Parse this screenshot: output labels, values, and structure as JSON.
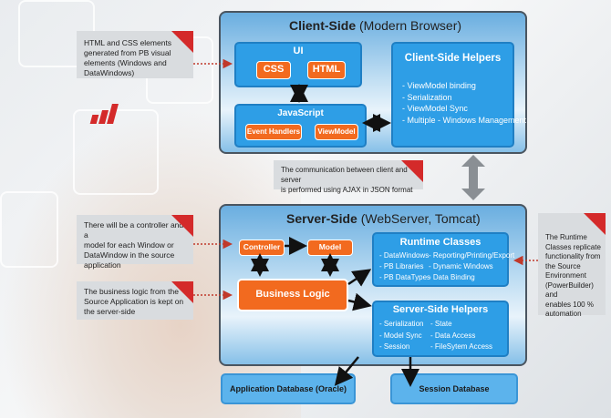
{
  "client": {
    "title_bold": "Client-Side",
    "title_rest": " (Modern Browser)",
    "ui": {
      "title": "UI",
      "css": "CSS",
      "html": "HTML"
    },
    "js": {
      "title": "JavaScript",
      "event_handlers": "Event Handlers",
      "viewmodel": "ViewModel"
    },
    "helpers": {
      "title": "Client-Side Helpers",
      "items": [
        "- ViewModel binding",
        "- Serialization",
        "- ViewModel Sync",
        "- Multiple - Windows Management"
      ]
    }
  },
  "server": {
    "title_bold": "Server-Side",
    "title_rest": " (WebServer, Tomcat)",
    "controller": "Controller",
    "model": "Model",
    "business_logic": "Business Logic",
    "runtime": {
      "title": "Runtime Classes",
      "col1": [
        "- DataWindows",
        "- PB Libraries",
        "- PB DataTypes"
      ],
      "col2": [
        "- Reporting/Printing/Export",
        "- Dynamic Windows",
        "- Data Binding"
      ]
    },
    "helpers": {
      "title": "Server-Side Helpers",
      "col1": [
        "- Serialization",
        "- Model Sync",
        "- Session"
      ],
      "col2": [
        "- State",
        "- Data Access",
        "- FileSytem Access"
      ]
    }
  },
  "databases": {
    "app": "Application Database (Oracle)",
    "session": "Session Database"
  },
  "notes": {
    "html_css": [
      "HTML and CSS elements",
      "generated from PB visual",
      "elements (Windows and DataWindows)"
    ],
    "ajax": [
      "The communication between client and server",
      "is performed using AJAX in JSON format"
    ],
    "controller": [
      "There will be a controller and a",
      "model for each Window or",
      "DataWindow in the source",
      "application"
    ],
    "business": [
      "The business logic from the",
      "Source Application is kept on",
      "the server-side"
    ],
    "runtime": [
      "The Runtime",
      "Classes replicate",
      "functionality from",
      "the Source",
      "Environment",
      "(PowerBuilder) and",
      "enables 100 %",
      "automation"
    ]
  },
  "colors": {
    "accent_red": "#d42a2a",
    "orange": "#f26a1f",
    "blue": "#2e9ee6"
  }
}
